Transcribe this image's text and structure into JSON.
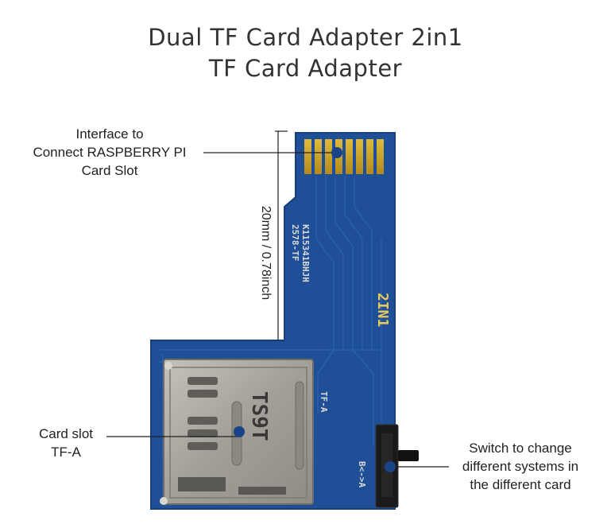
{
  "title": {
    "line1": "Dual TF Card Adapter 2in1",
    "line2": "TF Card Adapter"
  },
  "callouts": {
    "interface": {
      "lines": [
        "Interface to",
        "Connect RASPBERRY PI",
        "Card Slot"
      ]
    },
    "card_slot": {
      "lines": [
        "Card slot",
        "TF-A"
      ]
    },
    "switch": {
      "lines": [
        "Switch to change",
        "different systems in",
        "the different card"
      ]
    }
  },
  "dimension": {
    "label": "20mm / 0.78inch"
  },
  "board": {
    "silkscreen_code_1": "2578-TF",
    "silkscreen_code_2": "K115341BHJH",
    "model_mark": "2IN1",
    "slot_label": "TF-A",
    "switch_label": "B<->A",
    "card_mark": "TS9T"
  },
  "colors": {
    "pcb": "#1f4f96",
    "pcb_edge": "#173f7c",
    "gold": "#c9a227",
    "metal": "#a7a59c"
  }
}
